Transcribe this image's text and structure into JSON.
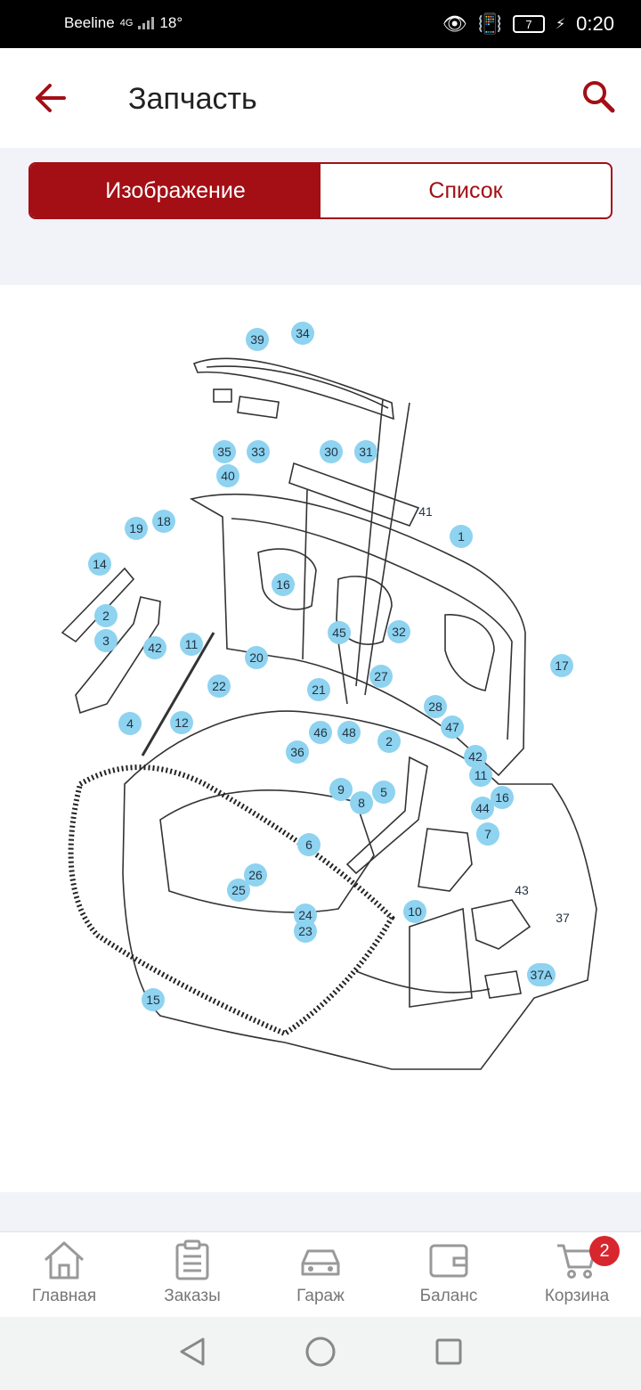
{
  "status": {
    "carrier": "Beeline",
    "network": "4G",
    "temp": "18°",
    "battery": "7",
    "time": "0:20"
  },
  "header": {
    "title": "Запчасть",
    "back_icon": "arrow-left-icon",
    "search_icon": "search-icon"
  },
  "segmented": {
    "tab_image": "Изображение",
    "tab_list": "Список",
    "active": "image"
  },
  "diagram": {
    "callouts": [
      "39",
      "34",
      "35",
      "33",
      "30",
      "31",
      "40",
      "41",
      "1",
      "19",
      "18",
      "14",
      "16",
      "2",
      "3",
      "42",
      "11",
      "32",
      "17",
      "20",
      "45",
      "22",
      "21",
      "27",
      "28",
      "4",
      "12",
      "46",
      "48",
      "47",
      "2",
      "36",
      "42",
      "11",
      "16",
      "9",
      "8",
      "5",
      "44",
      "7",
      "6",
      "26",
      "25",
      "24",
      "23",
      "10",
      "43",
      "37",
      "37A",
      "15"
    ]
  },
  "tabs": [
    {
      "label": "Главная",
      "icon": "home-icon"
    },
    {
      "label": "Заказы",
      "icon": "orders-icon"
    },
    {
      "label": "Гараж",
      "icon": "car-icon"
    },
    {
      "label": "Баланс",
      "icon": "wallet-icon"
    },
    {
      "label": "Корзина",
      "icon": "cart-icon",
      "badge": "2"
    }
  ],
  "colors": {
    "accent": "#a30f15",
    "badge": "#d8262e",
    "callout": "#8ed3f0"
  }
}
